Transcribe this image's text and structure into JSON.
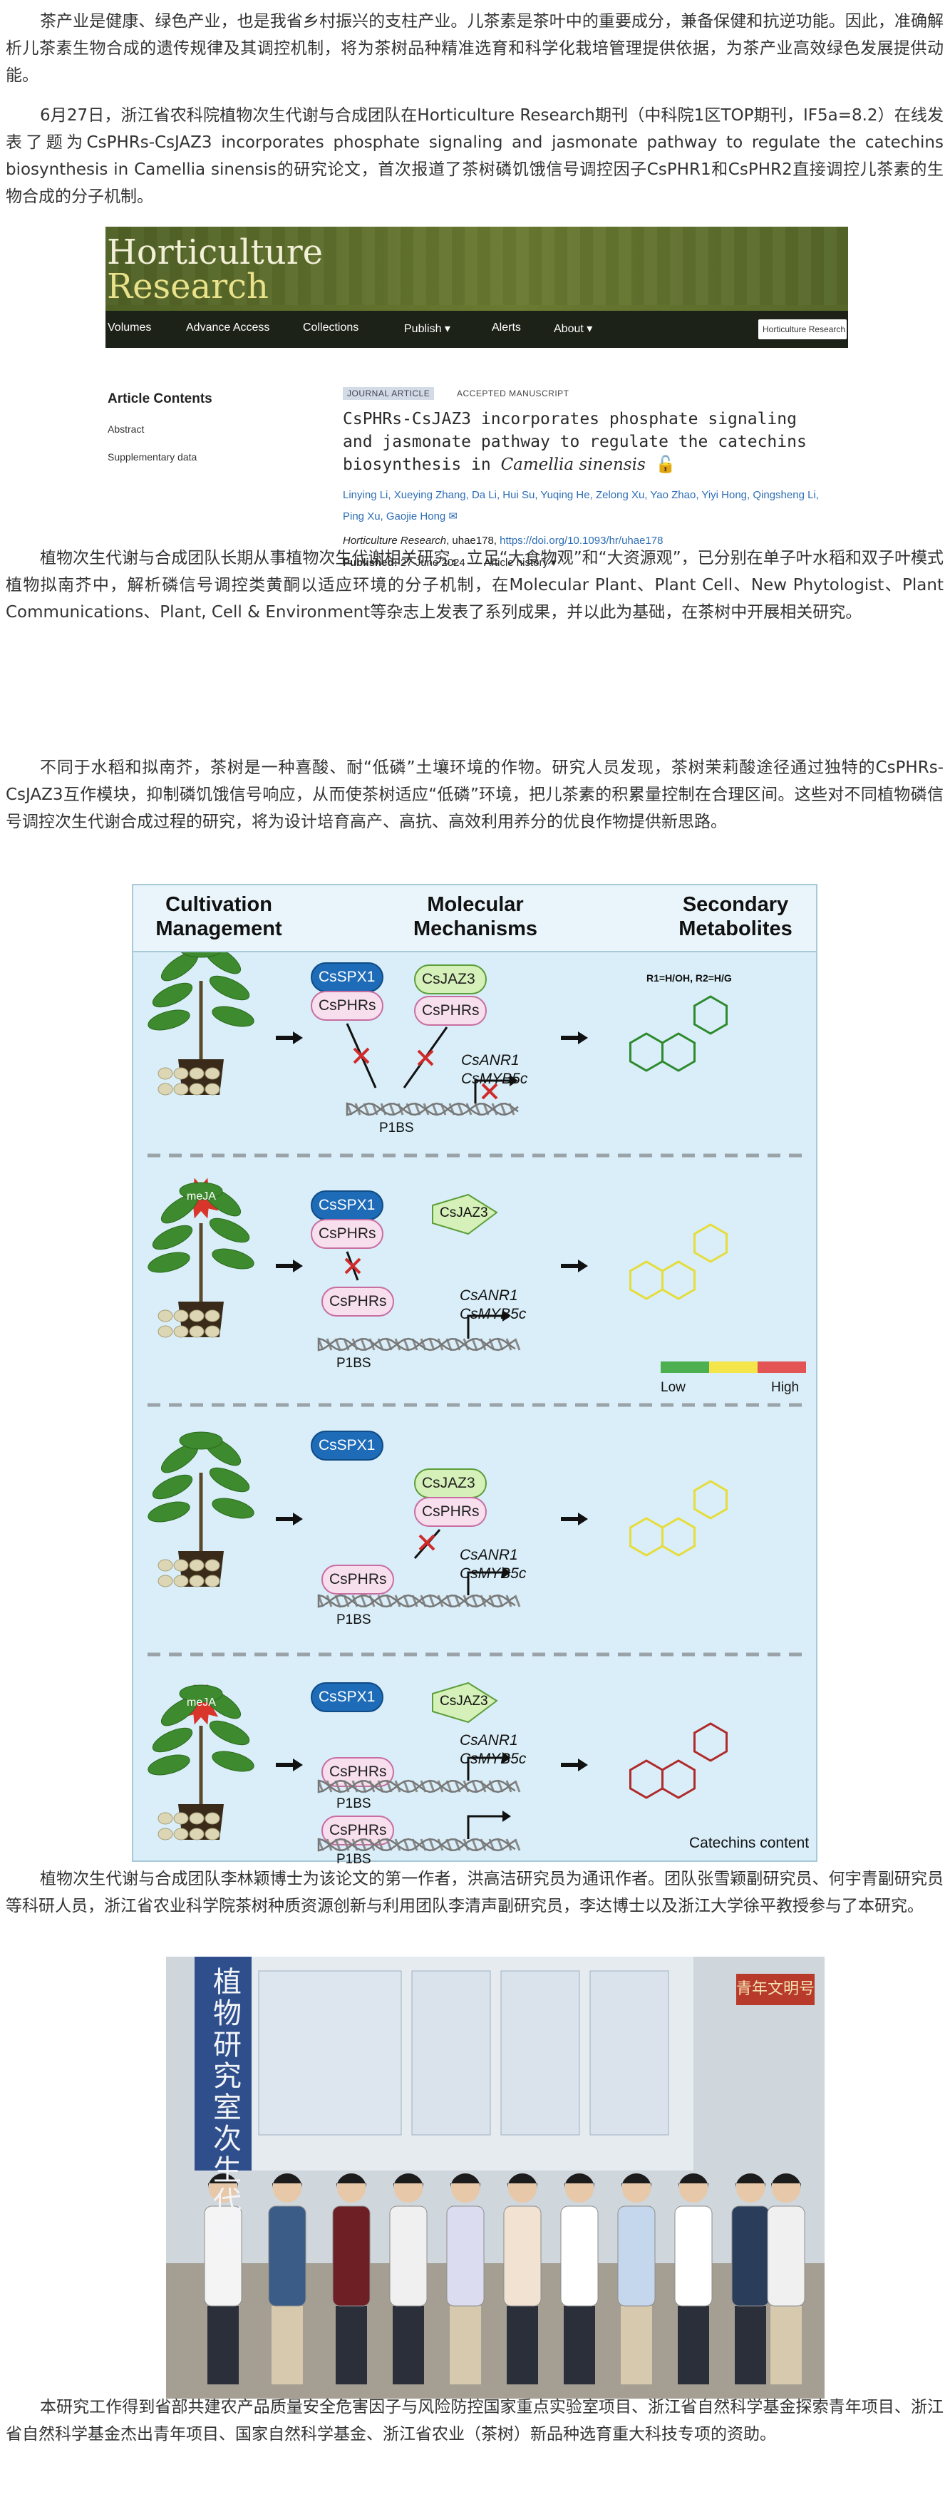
{
  "paragraphs": {
    "p1": "茶产业是健康、绿色产业，也是我省乡村振兴的支柱产业。儿茶素是茶叶中的重要成分，兼备保健和抗逆功能。因此，准确解析儿茶素生物合成的遗传规律及其调控机制，将为茶树品种精准选育和科学化栽培管理提供依据，为茶产业高效绿色发展提供动能。",
    "p2": "6月27日，浙江省农科院植物次生代谢与合成团队在Horticulture Research期刊（中科院1区TOP期刊，IF5a=8.2）在线发表了题为CsPHRs-CsJAZ3 incorporates phosphate signaling and jasmonate pathway to regulate the catechins biosynthesis in Camellia sinensis的研究论文，首次报道了茶树磷饥饿信号调控因子CsPHR1和CsPHR2直接调控儿茶素的生物合成的分子机制。",
    "p3": "植物次生代谢与合成团队长期从事植物次生代谢相关研究，立足“大食物观”和“大资源观”，已分别在单子叶水稻和双子叶模式植物拟南芥中，解析磷信号调控类黄酮以适应环境的分子机制，在Molecular Plant、Plant Cell、New Phytologist、Plant Communications、Plant, Cell & Environment等杂志上发表了系列成果，并以此为基础，在茶树中开展相关研究。",
    "p4": "不同于水稻和拟南芥，茶树是一种喜酸、耐“低磷”土壤环境的作物。研究人员发现，茶树茉莉酸途径通过独特的CsPHRs-CsJAZ3互作模块，抑制磷饥饿信号响应，从而使茶树适应“低磷”环境，把儿茶素的积累量控制在合理区间。这些对不同植物磷信号调控次生代谢合成过程的研究，将为设计培育高产、高抗、高效利用养分的优良作物提供新思路。",
    "p5": "植物次生代谢与合成团队李林颖博士为该论文的第一作者，洪高洁研究员为通讯作者。团队张雪颖副研究员、何宇青副研究员等科研人员，浙江省农业科学院茶树种质资源创新与利用团队李清声副研究员，李达博士以及浙江大学徐平教授参与了本研究。",
    "p6": "本研究工作得到省部共建农产品质量安全危害因子与风险防控国家重点实验室项目、浙江省自然科学基金探索青年项目、浙江省自然科学基金杰出青年项目、国家自然科学基金、浙江省农业（茶树）新品种选育重大科技专项的资助。"
  },
  "journal": {
    "title_line1": "Horticulture",
    "title_line2": "Research",
    "nav": [
      "Volumes",
      "Advance Access",
      "Collections",
      "Publish ▾",
      "Alerts",
      "About ▾"
    ],
    "search_placeholder": "Horticulture Research",
    "toc_title": "Article Contents",
    "toc_items": [
      "Abstract",
      "Supplementary data"
    ],
    "badge1": "JOURNAL ARTICLE",
    "badge2": "ACCEPTED MANUSCRIPT",
    "article_title_part1": "CsPHRs-CsJAZ3 incorporates phosphate signaling and jasmonate pathway to regulate the catechins biosynthesis in ",
    "article_title_species": "Camellia sinensis",
    "open_access_icon": "🔓",
    "authors": "Linying Li, Xueying Zhang, Da Li, Hui Su, Yuqing He, Zelong Xu, Yao Zhao, Yiyi Hong, Qingsheng Li, Ping Xu, Gaojie Hong ✉",
    "citation_journal": "Horticulture Research",
    "citation_rest": ", uhae178, ",
    "doi": "https://doi.org/10.1093/hr/uhae178",
    "published_label": "Published:",
    "published_date": "27 June 2024",
    "article_history": "Article history ▾"
  },
  "figure": {
    "headers": [
      "Cultivation\nManagement",
      "Molecular\nMechanisms",
      "Secondary\nMetabolites"
    ],
    "r_note": "R1=H/OH, R2=H/G",
    "spx1": "CsSPX1",
    "phrs": "CsPHRs",
    "jaz3": "CsJAZ3",
    "p1bs": "P1BS",
    "anr1": "CsANR1",
    "myb5c": "CsMYB5c",
    "meja": "meJA",
    "low": "Low",
    "high": "High",
    "catechins": "Catechins content"
  },
  "photo": {
    "wall_title": "植物研究室次生代谢",
    "sign": "青年文明号"
  }
}
